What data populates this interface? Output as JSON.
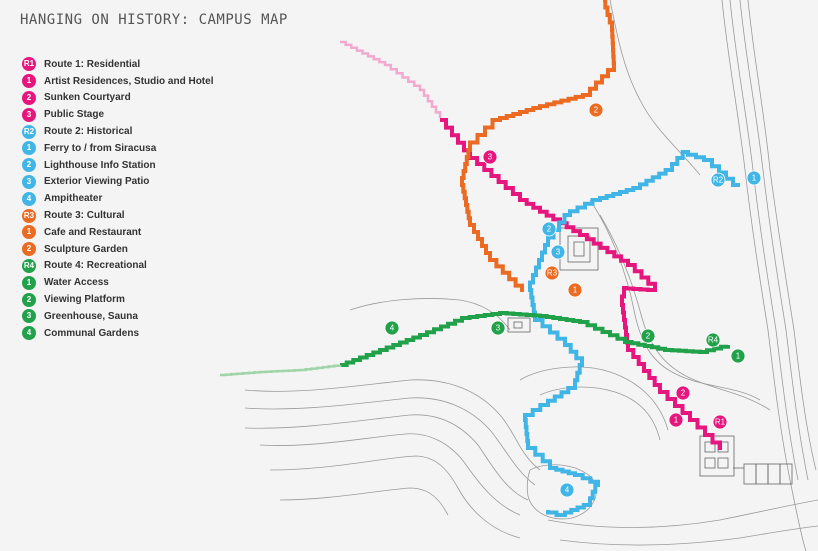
{
  "title": "HANGING ON HISTORY: CAMPUS MAP",
  "colors": {
    "residential": "#e5177e",
    "historical": "#41b6e6",
    "cultural": "#ea6b21",
    "recreational": "#21a14a",
    "contour": "#9a9a9a",
    "background": "#f5f4f4"
  },
  "legend": [
    {
      "badge": "R1",
      "label": "Route 1: Residential",
      "route": "residential"
    },
    {
      "badge": "1",
      "label": "Artist Residences, Studio and Hotel",
      "route": "residential"
    },
    {
      "badge": "2",
      "label": "Sunken Courtyard",
      "route": "residential"
    },
    {
      "badge": "3",
      "label": "Public Stage",
      "route": "residential"
    },
    {
      "badge": "R2",
      "label": "Route 2: Historical",
      "route": "historical"
    },
    {
      "badge": "1",
      "label": "Ferry to / from Siracusa",
      "route": "historical"
    },
    {
      "badge": "2",
      "label": "Lighthouse Info Station",
      "route": "historical"
    },
    {
      "badge": "3",
      "label": "Exterior Viewing Patio",
      "route": "historical"
    },
    {
      "badge": "4",
      "label": "Ampitheater",
      "route": "historical"
    },
    {
      "badge": "R3",
      "label": "Route 3: Cultural",
      "route": "cultural"
    },
    {
      "badge": "1",
      "label": "Cafe and Restaurant",
      "route": "cultural"
    },
    {
      "badge": "2",
      "label": "Sculpture Garden",
      "route": "cultural"
    },
    {
      "badge": "R4",
      "label": "Route 4: Recreational",
      "route": "recreational"
    },
    {
      "badge": "1",
      "label": "Water Access",
      "route": "recreational"
    },
    {
      "badge": "2",
      "label": "Viewing Platform",
      "route": "recreational"
    },
    {
      "badge": "3",
      "label": "Greenhouse, Sauna",
      "route": "recreational"
    },
    {
      "badge": "4",
      "label": "Communal Gardens",
      "route": "recreational"
    }
  ],
  "map_markers": [
    {
      "text": "R1",
      "route": "residential"
    },
    {
      "text": "1",
      "route": "residential"
    },
    {
      "text": "2",
      "route": "residential"
    },
    {
      "text": "3",
      "route": "residential"
    },
    {
      "text": "R2",
      "route": "historical"
    },
    {
      "text": "1",
      "route": "historical"
    },
    {
      "text": "2",
      "route": "historical"
    },
    {
      "text": "3",
      "route": "historical"
    },
    {
      "text": "4",
      "route": "historical"
    },
    {
      "text": "R3",
      "route": "cultural"
    },
    {
      "text": "1",
      "route": "cultural"
    },
    {
      "text": "2",
      "route": "cultural"
    },
    {
      "text": "R4",
      "route": "recreational"
    },
    {
      "text": "1",
      "route": "recreational"
    },
    {
      "text": "2",
      "route": "recreational"
    },
    {
      "text": "3",
      "route": "recreational"
    },
    {
      "text": "4",
      "route": "recreational"
    }
  ]
}
